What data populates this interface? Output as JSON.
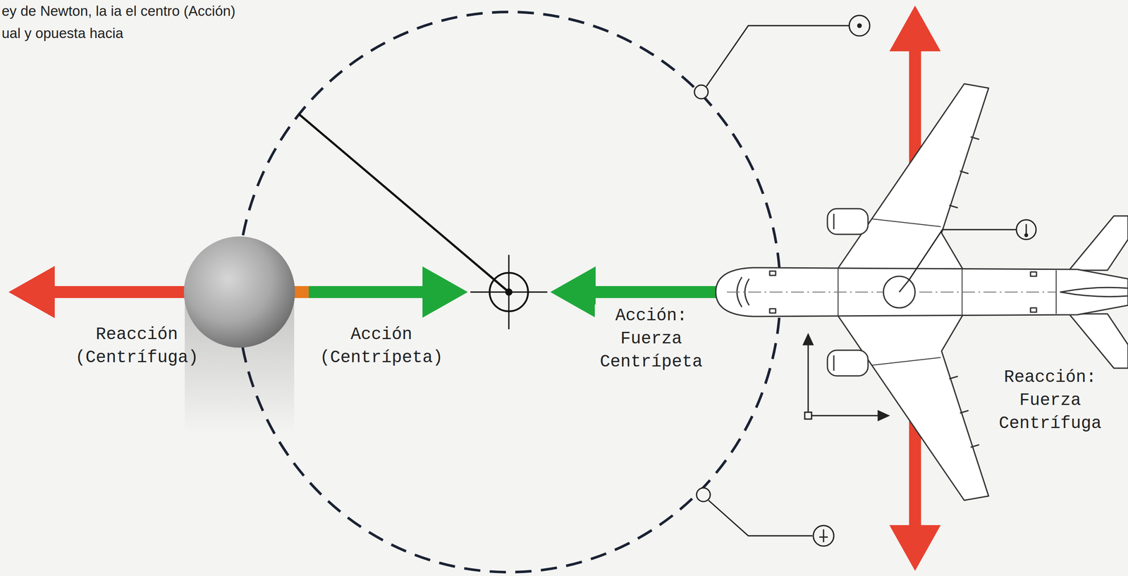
{
  "diagram": {
    "labels": [
      "ey de Newton, la ia el centro (Acción) ual y opuesta hacia",
      "Reacción (Centrífuga)",
      "Acción (Centrípeta)",
      "Acción: Fuerza Centrípeta",
      "Reacción: Fuerza Centrífuga"
    ]
  }
}
